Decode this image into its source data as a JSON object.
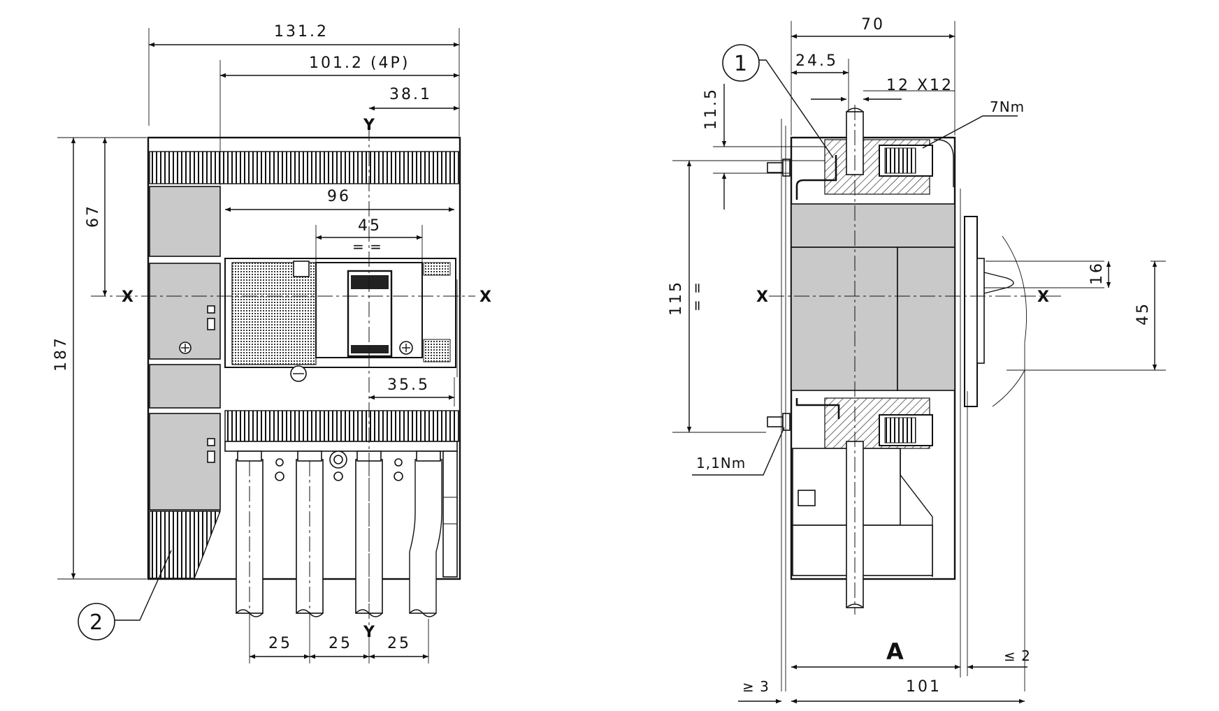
{
  "front_view": {
    "dims": {
      "total_width": "131.2",
      "width_4p": "101.2 (4P)",
      "offset_top": "38.1",
      "inner_width": "96",
      "handle_width": "45",
      "handle_equal": "= =",
      "offset_bottom": "35.5",
      "height_total": "187",
      "height_top": "67",
      "pitch_1": "25",
      "pitch_2": "25",
      "pitch_3": "25"
    },
    "axes": {
      "x_left": "X",
      "x_right": "X",
      "y_top": "Y",
      "y_bottom": "Y"
    },
    "callout": "2"
  },
  "side_view": {
    "dims": {
      "depth_70": "70",
      "depth_24_5": "24.5",
      "terminal": "12 X12",
      "torque_top": "7Nm",
      "height_11_5": "11.5",
      "height_115": "115",
      "height_equal": "= =",
      "handle_16": "16",
      "handle_45": "45",
      "torque_bottom": "1,1Nm",
      "label_a": "A",
      "clearance_2": "≤ 2",
      "clearance_3": "≥ 3",
      "depth_101": "101"
    },
    "axes": {
      "x_left": "X",
      "x_right": "X"
    },
    "callout": "1"
  },
  "colors": {
    "body_grey": "#c9c9c9",
    "line": "#111111"
  }
}
